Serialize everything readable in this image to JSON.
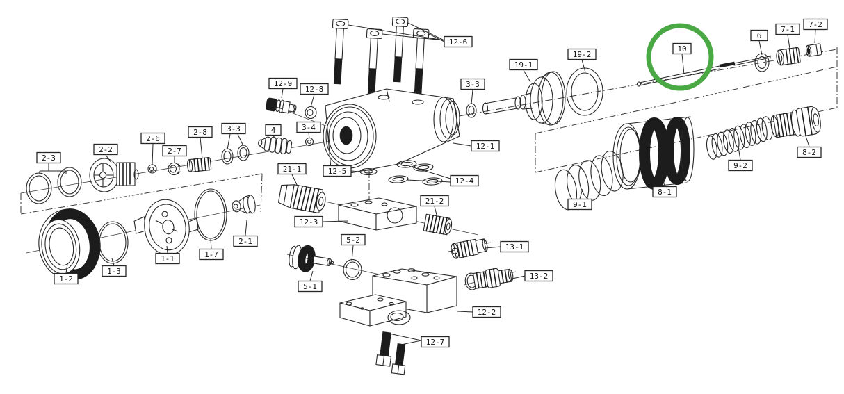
{
  "diagram": {
    "type": "exploded-parts-diagram",
    "background": "#ffffff",
    "line_color": "#262626",
    "highlight": {
      "color": "#4aa845",
      "highlighted_part": "10"
    },
    "labels": [
      {
        "text": "12-6"
      },
      {
        "text": "19-1"
      },
      {
        "text": "19-2"
      },
      {
        "text": "10"
      },
      {
        "text": "6"
      },
      {
        "text": "7-1"
      },
      {
        "text": "7-2"
      },
      {
        "text": "12-9"
      },
      {
        "text": "12-8"
      },
      {
        "text": "3-3"
      },
      {
        "text": "12-1"
      },
      {
        "text": "2-6"
      },
      {
        "text": "2-8"
      },
      {
        "text": "3-3"
      },
      {
        "text": "4"
      },
      {
        "text": "3-4"
      },
      {
        "text": "2-2"
      },
      {
        "text": "2-7"
      },
      {
        "text": "2-3"
      },
      {
        "text": "12-5"
      },
      {
        "text": "12-4"
      },
      {
        "text": "21-1"
      },
      {
        "text": "21-2"
      },
      {
        "text": "9-2"
      },
      {
        "text": "8-2"
      },
      {
        "text": "8-1"
      },
      {
        "text": "9-1"
      },
      {
        "text": "12-3"
      },
      {
        "text": "2-1"
      },
      {
        "text": "1-7"
      },
      {
        "text": "1-1"
      },
      {
        "text": "1-3"
      },
      {
        "text": "1-2"
      },
      {
        "text": "5-2"
      },
      {
        "text": "13-1"
      },
      {
        "text": "5-1"
      },
      {
        "text": "13-2"
      },
      {
        "text": "12-2"
      },
      {
        "text": "12-7"
      }
    ]
  }
}
